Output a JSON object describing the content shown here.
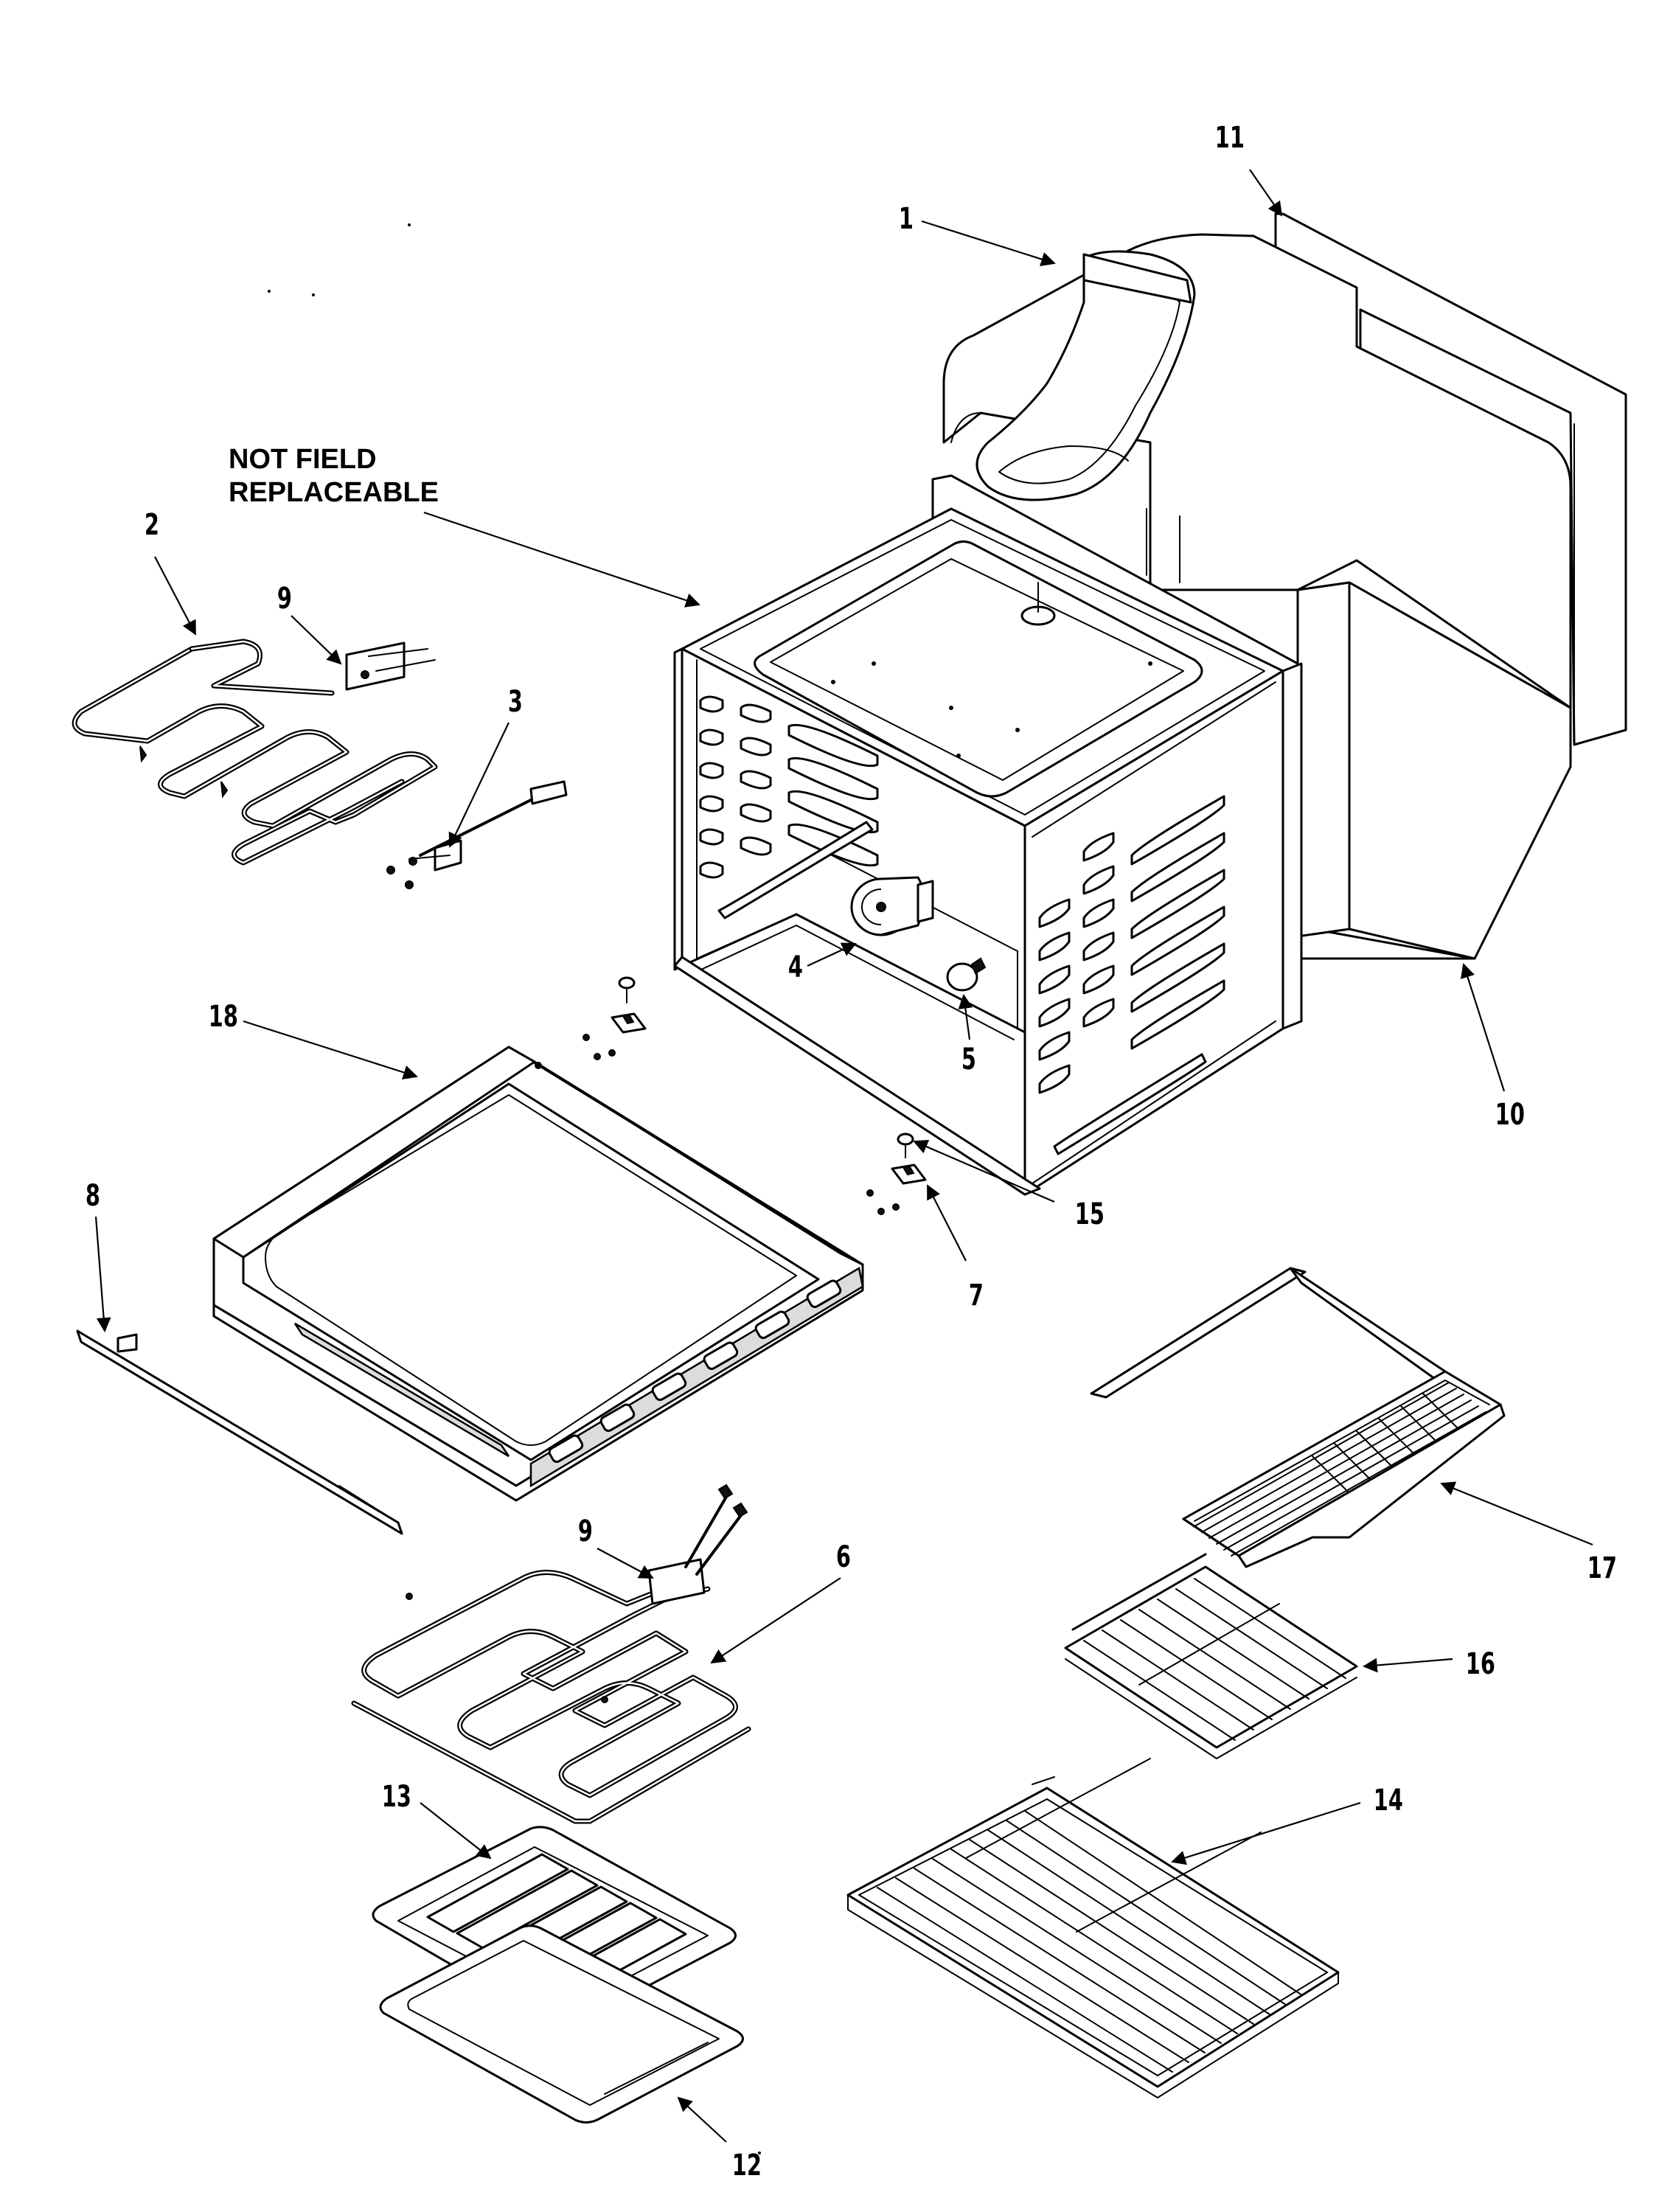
{
  "note": {
    "line1": "NOT FIELD",
    "line2": "REPLACEABLE"
  },
  "callouts": {
    "c1": "1",
    "c2": "2",
    "c3": "3",
    "c4": "4",
    "c5": "5",
    "c6": "6",
    "c7": "7",
    "c8": "8",
    "c9a": "9",
    "c9b": "9",
    "c10": "10",
    "c11": "11",
    "c12": "12",
    "c13": "13",
    "c14": "14",
    "c15": "15",
    "c16": "16",
    "c17": "17",
    "c18": "18"
  }
}
